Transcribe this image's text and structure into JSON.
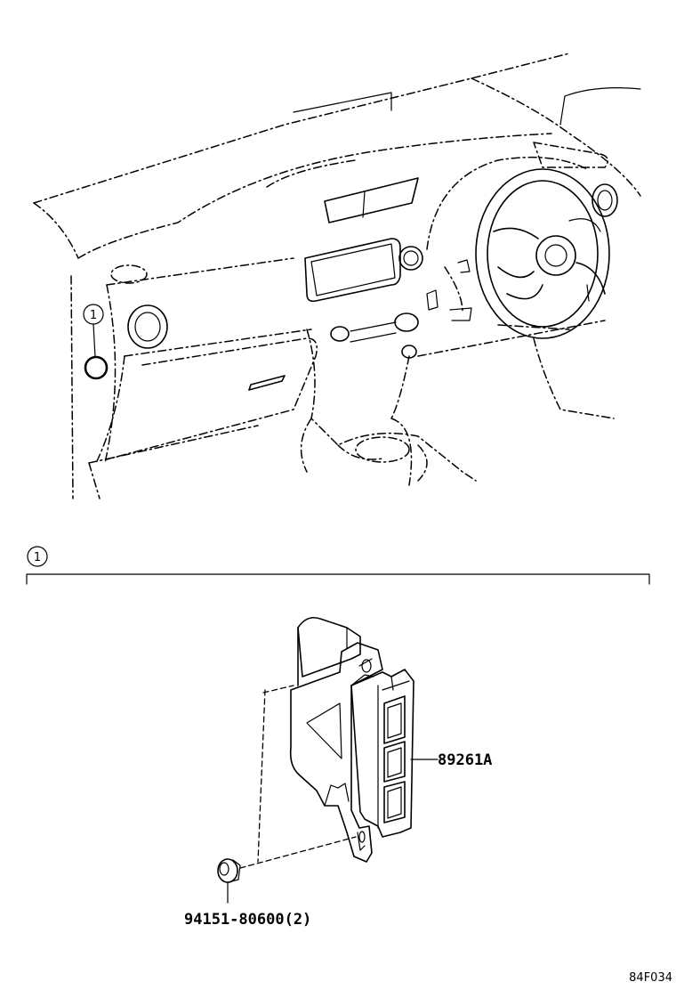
{
  "callout": {
    "number": "1"
  },
  "section": {
    "number": "1"
  },
  "parts": {
    "module": "89261A",
    "clip": "94151-80600(2)"
  },
  "illustration_code": "84F034"
}
